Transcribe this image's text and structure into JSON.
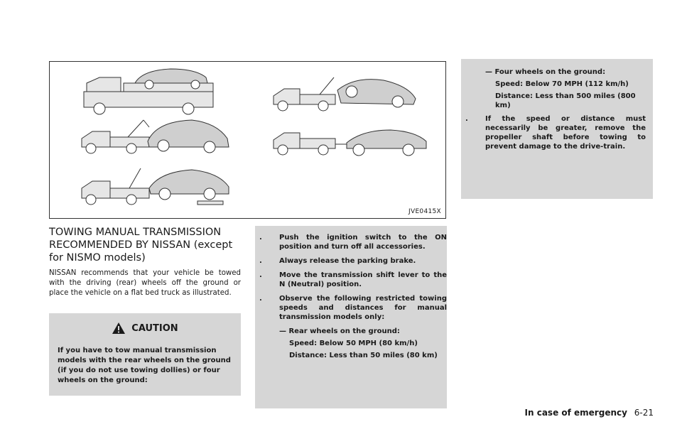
{
  "figure": {
    "code": "JVE0415X"
  },
  "section": {
    "heading": "TOWING MANUAL TRANSMISSION RECOMMENDED BY NISSAN (except for NISMO models)",
    "intro": "NISSAN recommends that your vehicle be towed with the driving (rear) wheels off the ground or place the vehicle on a flat bed truck as illustrated."
  },
  "caution": {
    "title": "CAUTION",
    "icon": "warning-triangle-icon",
    "text": "If you have to tow manual transmission models with the rear wheels on the ground (if you do not use towing dollies) or four wheels on the ground:"
  },
  "steps": [
    "Push the ignition switch to the ON position and turn off all accessories.",
    "Always release the parking brake.",
    "Move the transmission shift lever to the N (Neutral) position.",
    "Observe the following restricted towing speeds and distances for manual transmission models only:"
  ],
  "bullet_mark": ".",
  "rear_wheels": {
    "label": "— Rear wheels on the ground:",
    "speed": "Speed: Below 50 MPH (80 km/h)",
    "distance": "Distance: Less than 50 miles (80 km)"
  },
  "four_wheels": {
    "label": "— Four wheels on the ground:",
    "speed": "Speed: Below 70 MPH (112 km/h)",
    "distance": "Distance: Less than 500 miles (800 km)"
  },
  "final_step": "If the speed or distance must necessarily be greater, remove the propeller shaft before towing to prevent damage to the drive-train.",
  "footer": {
    "section": "In case of emergency",
    "page": "6-21"
  }
}
